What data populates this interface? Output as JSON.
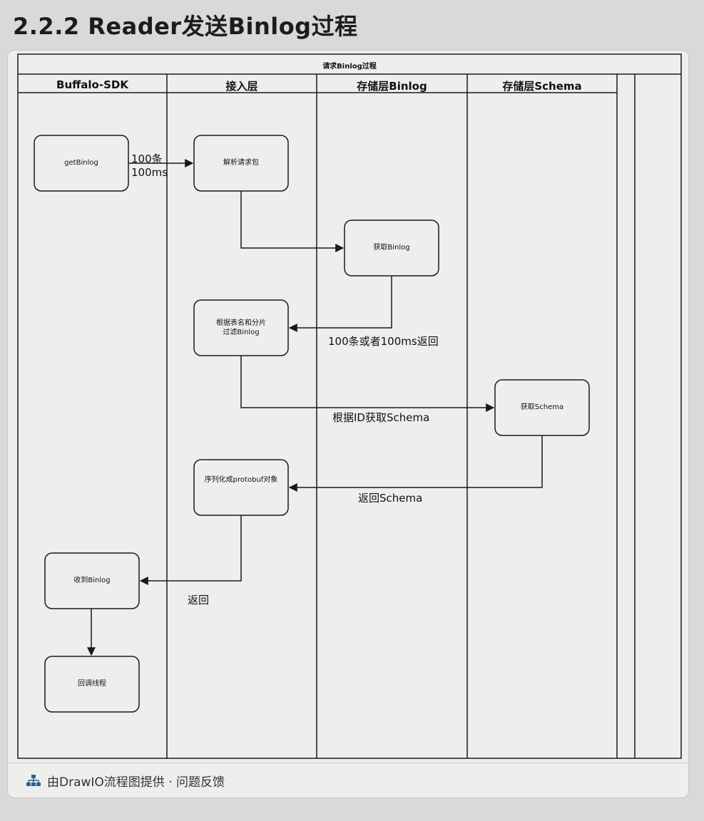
{
  "page": {
    "title": "2.2.2 Reader发送Binlog过程"
  },
  "diagram": {
    "pool_title": "请求Binlog过程",
    "lanes": [
      {
        "label": "Buffalo-SDK"
      },
      {
        "label": "接入层"
      },
      {
        "label": "存储层Binlog"
      },
      {
        "label": "存储层Schema"
      }
    ],
    "nodes": {
      "get_binlog": "getBinlog",
      "parse_request": "解析请求包",
      "fetch_binlog": "获取Binlog",
      "filter_binlog": "根据表名和分片\n过滤Binlog",
      "fetch_schema": "获取Schema",
      "serialize": "序列化成protobuf对象",
      "receive_binlog": "收到Binlog",
      "callback_thread": "回调线程"
    },
    "edges": {
      "request": "100条\n100ms",
      "binlog_return": "100条或者100ms返回",
      "schema_by_id": "根据ID获取Schema",
      "schema_return": "返回Schema",
      "final_return": "返回"
    }
  },
  "footer": {
    "text": "由DrawIO流程图提供 · 问题反馈",
    "icon": "sitemap-icon"
  },
  "colors": {
    "background": "#d9d9d7",
    "card": "#eeefec",
    "line": "#1a1a1a"
  }
}
